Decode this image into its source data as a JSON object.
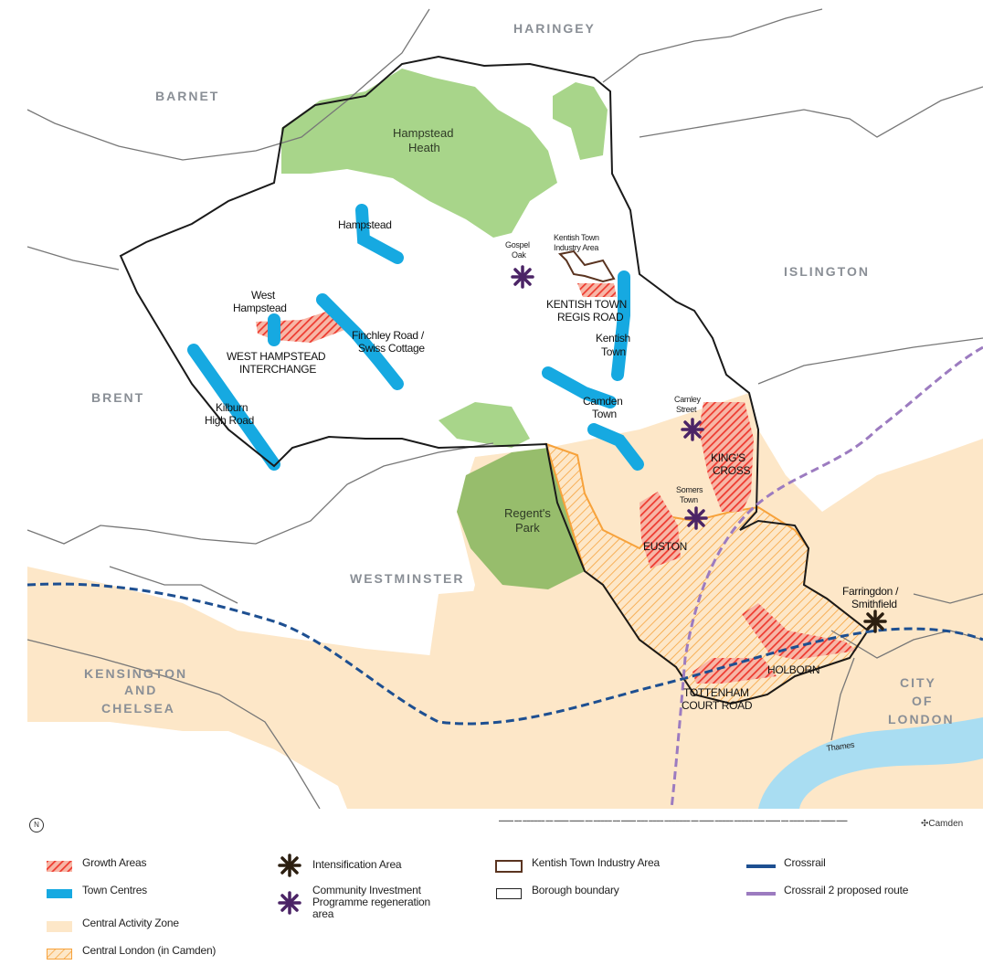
{
  "map": {
    "outer_areas": {
      "haringey": "HARINGEY",
      "barnet": "BARNET",
      "islington": "ISLINGTON",
      "brent": "BRENT",
      "westminster": "WESTMINSTER",
      "kensington_1": "KENSINGTON",
      "kensington_2": "AND",
      "kensington_3": "CHELSEA",
      "city_1": "CITY",
      "city_2": "OF",
      "city_3": "LONDON"
    },
    "parks": {
      "heath_1": "Hampstead",
      "heath_2": "Heath",
      "regents_1": "Regent's",
      "regents_2": "Park"
    },
    "town_centres": {
      "hampstead": "Hampstead",
      "west_hampstead_1": "West",
      "west_hampstead_2": "Hampstead",
      "finchley_1": "Finchley Road /",
      "finchley_2": "Swiss Cottage",
      "kilburn_1": "Kilburn",
      "kilburn_2": "High Road",
      "kentish_1": "Kentish",
      "kentish_2": "Town",
      "camden_1": "Camden",
      "camden_2": "Town"
    },
    "growth_areas": {
      "west_hampstead_1": "WEST HAMPSTEAD",
      "west_hampstead_2": "INTERCHANGE",
      "kentish_regis_1": "KENTISH TOWN",
      "kentish_regis_2": "REGIS ROAD",
      "kings_cross_1": "KING'S",
      "kings_cross_2": "CROSS",
      "euston": "EUSTON",
      "holborn": "HOLBORN",
      "tcr_1": "TOTTENHAM",
      "tcr_2": "COURT ROAD"
    },
    "regeneration": {
      "gospel_1": "Gospel",
      "gospel_2": "Oak",
      "camley_1": "Camley",
      "camley_2": "Street",
      "somers_1": "Somers",
      "somers_2": "Town"
    },
    "other": {
      "industry_1": "Kentish Town",
      "industry_2": "Industry Area",
      "farringdon_1": "Farringdon /",
      "farringdon_2": "Smithfield",
      "thames": "Thames"
    }
  },
  "footer": {
    "logo": "Camden"
  },
  "legend": {
    "growth_areas": "Growth Areas",
    "town_centres": "Town Centres",
    "caz": "Central Activity Zone",
    "central_london": "Central London (in Camden)",
    "intensification": "Intensification Area",
    "cip_1": "Community Investment",
    "cip_2": "Programme regeneration",
    "cip_3": "area",
    "industry": "Kentish Town Industry Area",
    "borough": "Borough boundary",
    "crossrail": "Crossrail",
    "crossrail2": "Crossrail 2 proposed route"
  },
  "colors": {
    "growth": "#ee3a2f",
    "town_centre": "#16a9e1",
    "caz": "#fde7c8",
    "central_london": "#f7a23b",
    "regeneration": "#4b2466",
    "intensification": "#2b1e10",
    "industry": "#5a3420",
    "crossrail": "#1d4f91",
    "crossrail2": "#9c7bc0",
    "park_light": "#a8d58a",
    "park_dark": "#97bd6c",
    "thames": "#a9ddf2"
  }
}
